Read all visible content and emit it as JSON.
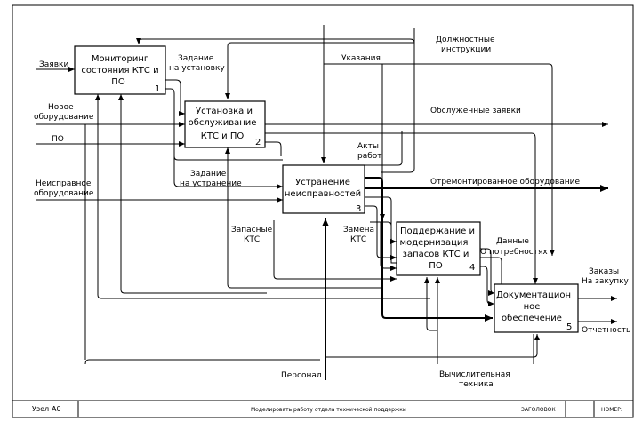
{
  "boxes": [
    {
      "lines": [
        "Мониторинг",
        "состояния КТС и",
        "ПО"
      ],
      "num": "1"
    },
    {
      "lines": [
        "Установка и",
        "обслуживание",
        "КТС и ПО"
      ],
      "num": "2"
    },
    {
      "lines": [
        "Устранение",
        "неисправностей"
      ],
      "num": "3"
    },
    {
      "lines": [
        "Поддержание  и",
        "модернизация",
        "запасов КТС и",
        "ПО"
      ],
      "num": "4"
    },
    {
      "lines": [
        "Документацион",
        "ное",
        "обеспечение"
      ],
      "num": "5"
    }
  ],
  "arrows": {
    "zayavki": "Заявки",
    "novoe_1": "Новое",
    "novoe_2": "оборудование",
    "po": "ПО",
    "neispr_1": "Неисправное",
    "neispr_2": "оборудование",
    "zad_ust_1": "Задание",
    "zad_ust_2": "на установку",
    "dolzh_1": "Должностные",
    "dolzh_2": "инструкции",
    "ukazaniya": "Указания",
    "obsluzh": "Обслуженные заявки",
    "akty_1": "Акты",
    "akty_2": "работ",
    "zad_ustr_1": "Задание",
    "zad_ustr_2": "на устранение",
    "otremont": "Отремонтированное оборудование",
    "zapasnye_1": "Запасные",
    "zapasnye_2": "КТС",
    "zamena_1": "Замена",
    "zamena_2": "КТС",
    "dannye_1": "Данные",
    "dannye_2": "О потребностях",
    "zakazy_1": "Заказы",
    "zakazy_2": "На закупку",
    "otchetnost": "Отчетность",
    "personal": "Персонал",
    "vych_1": "Вычислительная",
    "vych_2": "техника"
  },
  "footer": {
    "node_label": "Узел",
    "node_value": "А0",
    "title": "Моделировать работу отдела технической поддержки",
    "heading_label": "ЗАГОЛОВОК :",
    "number_label": "НОМЕР:"
  }
}
